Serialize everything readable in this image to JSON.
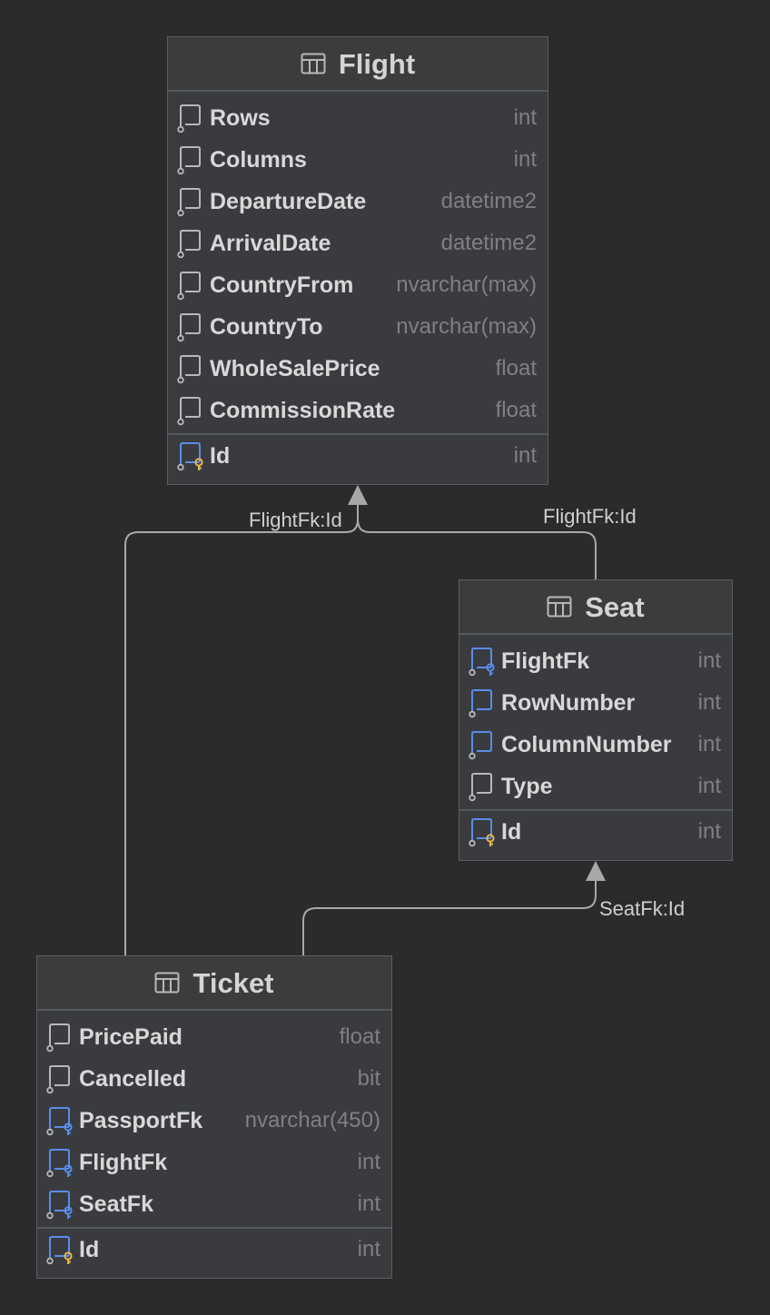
{
  "entities": {
    "flight": {
      "name": "Flight",
      "fields": [
        {
          "name": "Rows",
          "type": "int",
          "kind": "column"
        },
        {
          "name": "Columns",
          "type": "int",
          "kind": "column"
        },
        {
          "name": "DepartureDate",
          "type": "datetime2",
          "kind": "column"
        },
        {
          "name": "ArrivalDate",
          "type": "datetime2",
          "kind": "column"
        },
        {
          "name": "CountryFrom",
          "type": "nvarchar(max)",
          "kind": "column"
        },
        {
          "name": "CountryTo",
          "type": "nvarchar(max)",
          "kind": "column"
        },
        {
          "name": "WholeSalePrice",
          "type": "float",
          "kind": "column"
        },
        {
          "name": "CommissionRate",
          "type": "float",
          "kind": "column"
        }
      ],
      "primary_key": {
        "name": "Id",
        "type": "int",
        "kind": "primary-key"
      }
    },
    "seat": {
      "name": "Seat",
      "fields": [
        {
          "name": "FlightFk",
          "type": "int",
          "kind": "foreign-key"
        },
        {
          "name": "RowNumber",
          "type": "int",
          "kind": "indexed"
        },
        {
          "name": "ColumnNumber",
          "type": "int",
          "kind": "indexed"
        },
        {
          "name": "Type",
          "type": "int",
          "kind": "column"
        }
      ],
      "primary_key": {
        "name": "Id",
        "type": "int",
        "kind": "primary-key"
      }
    },
    "ticket": {
      "name": "Ticket",
      "fields": [
        {
          "name": "PricePaid",
          "type": "float",
          "kind": "column"
        },
        {
          "name": "Cancelled",
          "type": "bit",
          "kind": "column"
        },
        {
          "name": "PassportFk",
          "type": "nvarchar(450)",
          "kind": "foreign-key"
        },
        {
          "name": "FlightFk",
          "type": "int",
          "kind": "foreign-key"
        },
        {
          "name": "SeatFk",
          "type": "int",
          "kind": "foreign-key"
        }
      ],
      "primary_key": {
        "name": "Id",
        "type": "int",
        "kind": "primary-key"
      }
    }
  },
  "relations": [
    {
      "from": "Ticket",
      "to": "Flight",
      "label": "FlightFk:Id"
    },
    {
      "from": "Seat",
      "to": "Flight",
      "label": "FlightFk:Id"
    },
    {
      "from": "Ticket",
      "to": "Seat",
      "label": "SeatFk:Id"
    }
  ],
  "colors": {
    "background": "#2b2b2b",
    "entity_body": "#393b3f",
    "entity_header": "#3b3c3e",
    "border": "#5b5e62",
    "field_name": "#d8d8d8",
    "field_type": "#808080",
    "icon_gray": "#b8b8b8",
    "icon_blue": "#5a8de8",
    "key_yellow": "#e8b64a",
    "edge": "#a8a8a8"
  },
  "icons": {
    "entity": "table-icon",
    "column": "column-icon",
    "indexed": "indexed-column-icon",
    "foreign-key": "foreign-key-icon",
    "primary-key": "primary-key-icon"
  }
}
